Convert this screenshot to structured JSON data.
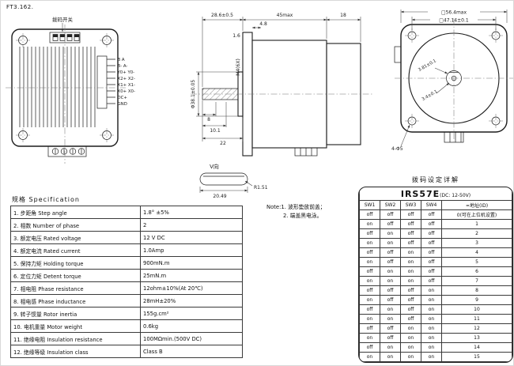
{
  "doc": {
    "ref": "FT3.162."
  },
  "front_view": {
    "dip_switch_label": "拨码开关",
    "pins": [
      "B  A",
      "B- A-",
      "Y0+ Y0-",
      "X2+ X2-",
      "X1+ X1-",
      "X0+ X0-",
      "DC+",
      "GND"
    ]
  },
  "side_view": {
    "dims": {
      "front_length": "28.6±0.5",
      "body_length": "45max",
      "rear_length": "18",
      "d48": "4.8",
      "d16": "1.6",
      "screw": "M4(6X)",
      "pilot_dia": "Φ38.1±0.05",
      "d8": "8",
      "d101": "10.1",
      "d22": "22"
    },
    "detail": {
      "label": "V向",
      "width": "20.49",
      "radius": "R1.51"
    }
  },
  "rear_view": {
    "dims": {
      "frame": "□56.4max",
      "hole_spacing": "□47.14±0.1",
      "flat1": "3.81±0.1",
      "flat2": "3.4±0.1",
      "mount_holes": "4-Φ5"
    }
  },
  "spec_table": {
    "title": "规格 Specification",
    "rows": [
      {
        "label": "1. 步距角 Step angle",
        "value": "1.8° ±5%"
      },
      {
        "label": "2. 相数 Number of phase",
        "value": "2"
      },
      {
        "label": "3. 额定电压 Rated voltage",
        "value": "12 V DC"
      },
      {
        "label": "4. 额定电流 Rated current",
        "value": "1.0Amp"
      },
      {
        "label": "5. 保持力矩 Holding torque",
        "value": "900mN.m"
      },
      {
        "label": "6. 定位力矩 Detent torque",
        "value": "25mN.m"
      },
      {
        "label": "7. 相电阻 Phase resistance",
        "value": "12ohm±10%(At 20℃)"
      },
      {
        "label": "8. 相电感 Phase inductance",
        "value": "28mH±20%"
      },
      {
        "label": "9. 转子惯量 Rotor inertia",
        "value": "155g.cm²"
      },
      {
        "label": "10. 电机重量 Motor weight",
        "value": "0.6kg"
      },
      {
        "label": "11. 绝缘电阻 Insulation resistance",
        "value": "100MΩmin.(500V DC)"
      },
      {
        "label": "12. 绝缘等级 Insulation class",
        "value": "Class B"
      }
    ]
  },
  "note": {
    "line1": "Note:1. 波形垫放前盖；",
    "line2": "2. 端盖黑电泳。"
  },
  "dip_table": {
    "title": "拨码设定详解",
    "model": "IRS57E",
    "model_suffix": "(DC: 12-50V)",
    "headers": [
      "SW1",
      "SW2",
      "SW3",
      "SW4",
      "=地址(ID)"
    ],
    "rows": [
      {
        "sw1": "off",
        "sw2": "off",
        "sw3": "off",
        "sw4": "off",
        "id": "0(可在上位机设置)"
      },
      {
        "sw1": "on",
        "sw2": "off",
        "sw3": "off",
        "sw4": "off",
        "id": "1"
      },
      {
        "sw1": "off",
        "sw2": "on",
        "sw3": "off",
        "sw4": "off",
        "id": "2"
      },
      {
        "sw1": "on",
        "sw2": "on",
        "sw3": "off",
        "sw4": "off",
        "id": "3"
      },
      {
        "sw1": "off",
        "sw2": "off",
        "sw3": "on",
        "sw4": "off",
        "id": "4"
      },
      {
        "sw1": "on",
        "sw2": "off",
        "sw3": "on",
        "sw4": "off",
        "id": "5"
      },
      {
        "sw1": "off",
        "sw2": "on",
        "sw3": "on",
        "sw4": "off",
        "id": "6"
      },
      {
        "sw1": "on",
        "sw2": "on",
        "sw3": "on",
        "sw4": "off",
        "id": "7"
      },
      {
        "sw1": "off",
        "sw2": "off",
        "sw3": "off",
        "sw4": "on",
        "id": "8"
      },
      {
        "sw1": "on",
        "sw2": "off",
        "sw3": "off",
        "sw4": "on",
        "id": "9"
      },
      {
        "sw1": "off",
        "sw2": "on",
        "sw3": "off",
        "sw4": "on",
        "id": "10"
      },
      {
        "sw1": "on",
        "sw2": "on",
        "sw3": "off",
        "sw4": "on",
        "id": "11"
      },
      {
        "sw1": "off",
        "sw2": "off",
        "sw3": "on",
        "sw4": "on",
        "id": "12"
      },
      {
        "sw1": "on",
        "sw2": "off",
        "sw3": "on",
        "sw4": "on",
        "id": "13"
      },
      {
        "sw1": "off",
        "sw2": "on",
        "sw3": "on",
        "sw4": "on",
        "id": "14"
      },
      {
        "sw1": "on",
        "sw2": "on",
        "sw3": "on",
        "sw4": "on",
        "id": "15"
      }
    ]
  }
}
